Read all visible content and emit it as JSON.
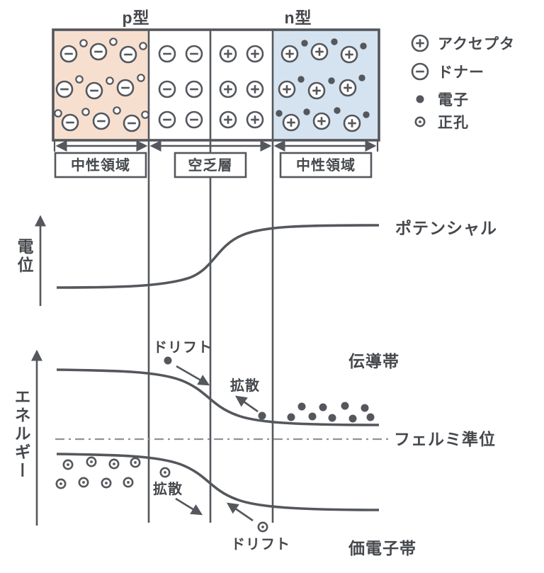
{
  "block": {
    "p_type_label": "p型",
    "n_type_label": "n型"
  },
  "legend": {
    "acceptor_label": "アクセプタ",
    "donor_label": "ドナー",
    "electron_label": "電子",
    "hole_label": "正孔"
  },
  "regions": {
    "left_neutral_label": "中性領域",
    "depletion_label": "空乏層",
    "right_neutral_label": "中性領域"
  },
  "potential_graph": {
    "axis_label": "電位",
    "curve_label": "ポテンシャル"
  },
  "energy_graph": {
    "axis_label": "エネルギー",
    "conduction_band_label": "伝導帯",
    "fermi_level_label": "フェルミ準位",
    "valence_band_label": "価電子帯",
    "cb_drift_label": "ドリフト",
    "cb_diffusion_label": "拡散",
    "vb_diffusion_label": "拡散",
    "vb_drift_label": "ドリフト"
  },
  "colors": {
    "stroke": "#54575c",
    "text": "#45484c",
    "p_region_fill": "#f7dfd0",
    "n_region_fill": "#d5e3f0",
    "fermi_line": "#8f9296"
  }
}
